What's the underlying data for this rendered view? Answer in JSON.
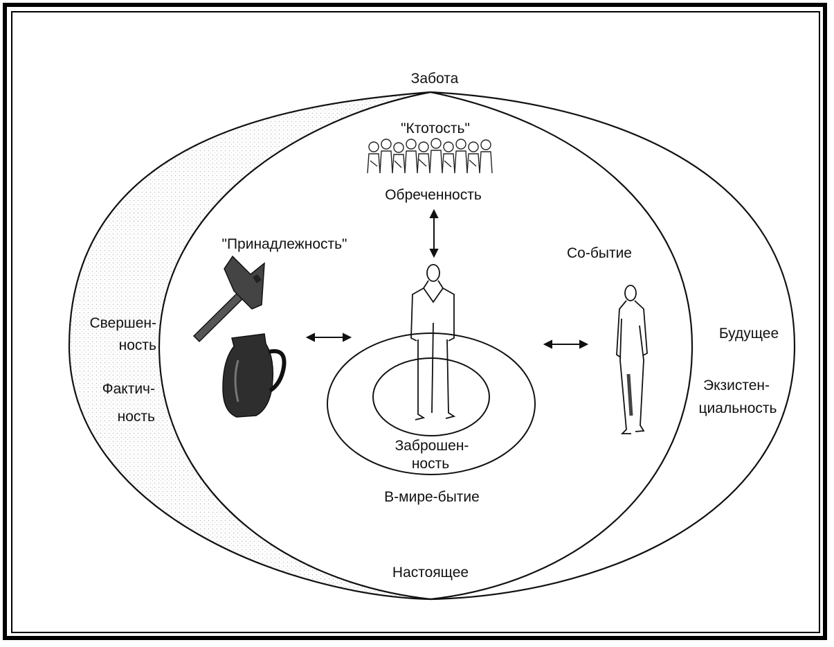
{
  "labels": {
    "top": "Забота",
    "whoness": "\"Ктотость\"",
    "fallenness": "Обреченность",
    "belonging": "\"Принадлежность\"",
    "being_with": "Со-бытие",
    "completed_1": "Свершен-",
    "completed_2": "ность",
    "facticity_1": "Фактич-",
    "facticity_2": "ность",
    "future": "Будущее",
    "existentiality_1": "Экзистен-",
    "existentiality_2": "циальность",
    "thrownness_1": "Заброшен-",
    "thrownness_2": "ность",
    "being_in_world": "В-мире-бытие",
    "present": "Настоящее"
  },
  "colors": {
    "line": "#111111",
    "shade": "#d4d4d4",
    "frame": "#000000"
  },
  "icons": [
    "crowd-icon",
    "hammer-icon",
    "jug-icon",
    "person-icon",
    "other-person-icon"
  ]
}
